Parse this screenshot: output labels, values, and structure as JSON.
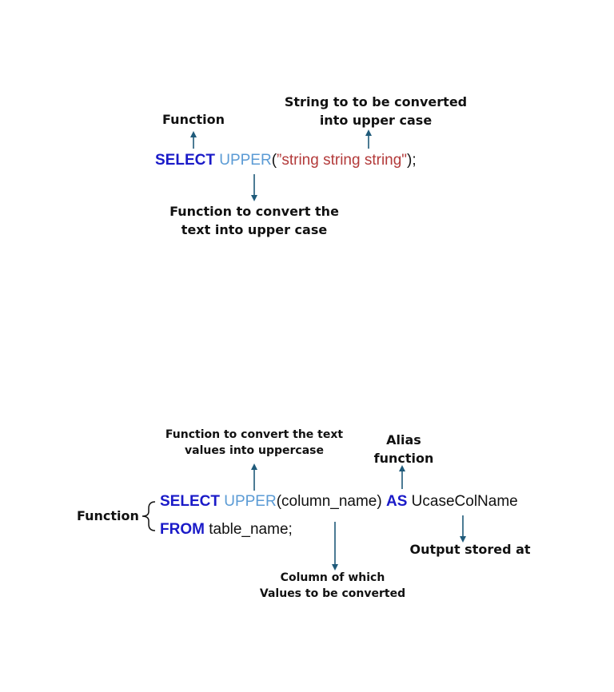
{
  "colors": {
    "keyword": "#1a1ac8",
    "function": "#5b9bd5",
    "string": "#b33a3a",
    "plain": "#111111",
    "arrow": "#1f5a7a"
  },
  "diagram1": {
    "label_function": "Function",
    "label_string_line1": "String to to be converted",
    "label_string_line2": "into upper case",
    "code_select": "SELECT",
    "code_space": " ",
    "code_upper": "UPPER",
    "code_open": "(",
    "code_string": "”string string string\"",
    "code_close": ");",
    "label_convert_line1": "Function to convert the",
    "label_convert_line2": "text into upper case"
  },
  "diagram2": {
    "label_convert_line1": "Function to convert the text",
    "label_convert_line2": "values into uppercase",
    "label_alias_line1": "Alias",
    "label_alias_line2": "function",
    "label_function": "Function",
    "code_select": "SELECT",
    "code_upper": "UPPER",
    "code_args": "(column_name)",
    "code_as": "AS",
    "code_alias": "UcaseColName",
    "code_from": "FROM",
    "code_table": "table_name;",
    "label_output": "Output stored at",
    "label_column_line1": "Column of which",
    "label_column_line2": "Values to be converted"
  }
}
